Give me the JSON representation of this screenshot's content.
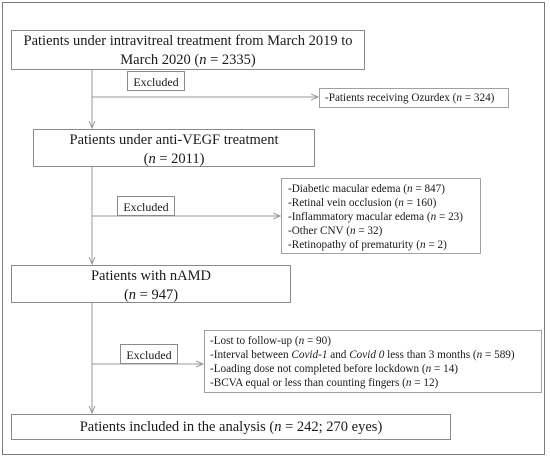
{
  "boxes": {
    "step1": {
      "line1": "Patients under intravitreal treatment from March 2019 to",
      "line2_pre": "March 2020 (",
      "n_label": "n",
      "line2_post": " = 2335)"
    },
    "step2": {
      "line1": "Patients under anti-VEGF treatment",
      "line2_pre": "(",
      "n_label": "n",
      "line2_post": " = 2011)"
    },
    "step3": {
      "line1": "Patients with nAMD",
      "line2_pre": "(",
      "n_label": "n",
      "line2_post": " = 947)"
    },
    "final": {
      "pre": "Patients included in the analysis (",
      "n_label": "n",
      "post": " = 242; 270 eyes)"
    }
  },
  "excluded_label": "Excluded",
  "exclusions": {
    "ex1": [
      {
        "pre": "-Patients receiving Ozurdex (",
        "n": "n",
        "post": " = 324)"
      }
    ],
    "ex2": [
      {
        "pre": "-Diabetic macular edema (",
        "n": "n",
        "post": " = 847)"
      },
      {
        "pre": "-Retinal vein occlusion (",
        "n": "n",
        "post": " = 160)"
      },
      {
        "pre": "-Inflammatory macular edema (",
        "n": "n",
        "post": " = 23)"
      },
      {
        "pre": "-Other CNV (",
        "n": "n",
        "post": " = 32)"
      },
      {
        "pre": "-Retinopathy of prematurity (",
        "n": "n",
        "post": " = 2)"
      }
    ],
    "ex3": [
      {
        "pre": "-Lost to follow-up (",
        "n": "n",
        "post": " = 90)"
      },
      {
        "pre": "-Interval between ",
        "em1": "Covid-1",
        "mid": " and ",
        "em2": "Covid 0",
        "post2": " less than 3 months (",
        "n": "n",
        "post": " = 589)"
      },
      {
        "pre": "-Loading dose not completed before lockdown (",
        "n": "n",
        "post": " = 14)"
      },
      {
        "pre": "-BCVA equal or less than counting fingers (",
        "n": "n",
        "post": " = 12)"
      }
    ]
  },
  "colors": {
    "line": "#9a9a9a",
    "border": "#8a8a8a",
    "text": "#1a1a1a"
  }
}
